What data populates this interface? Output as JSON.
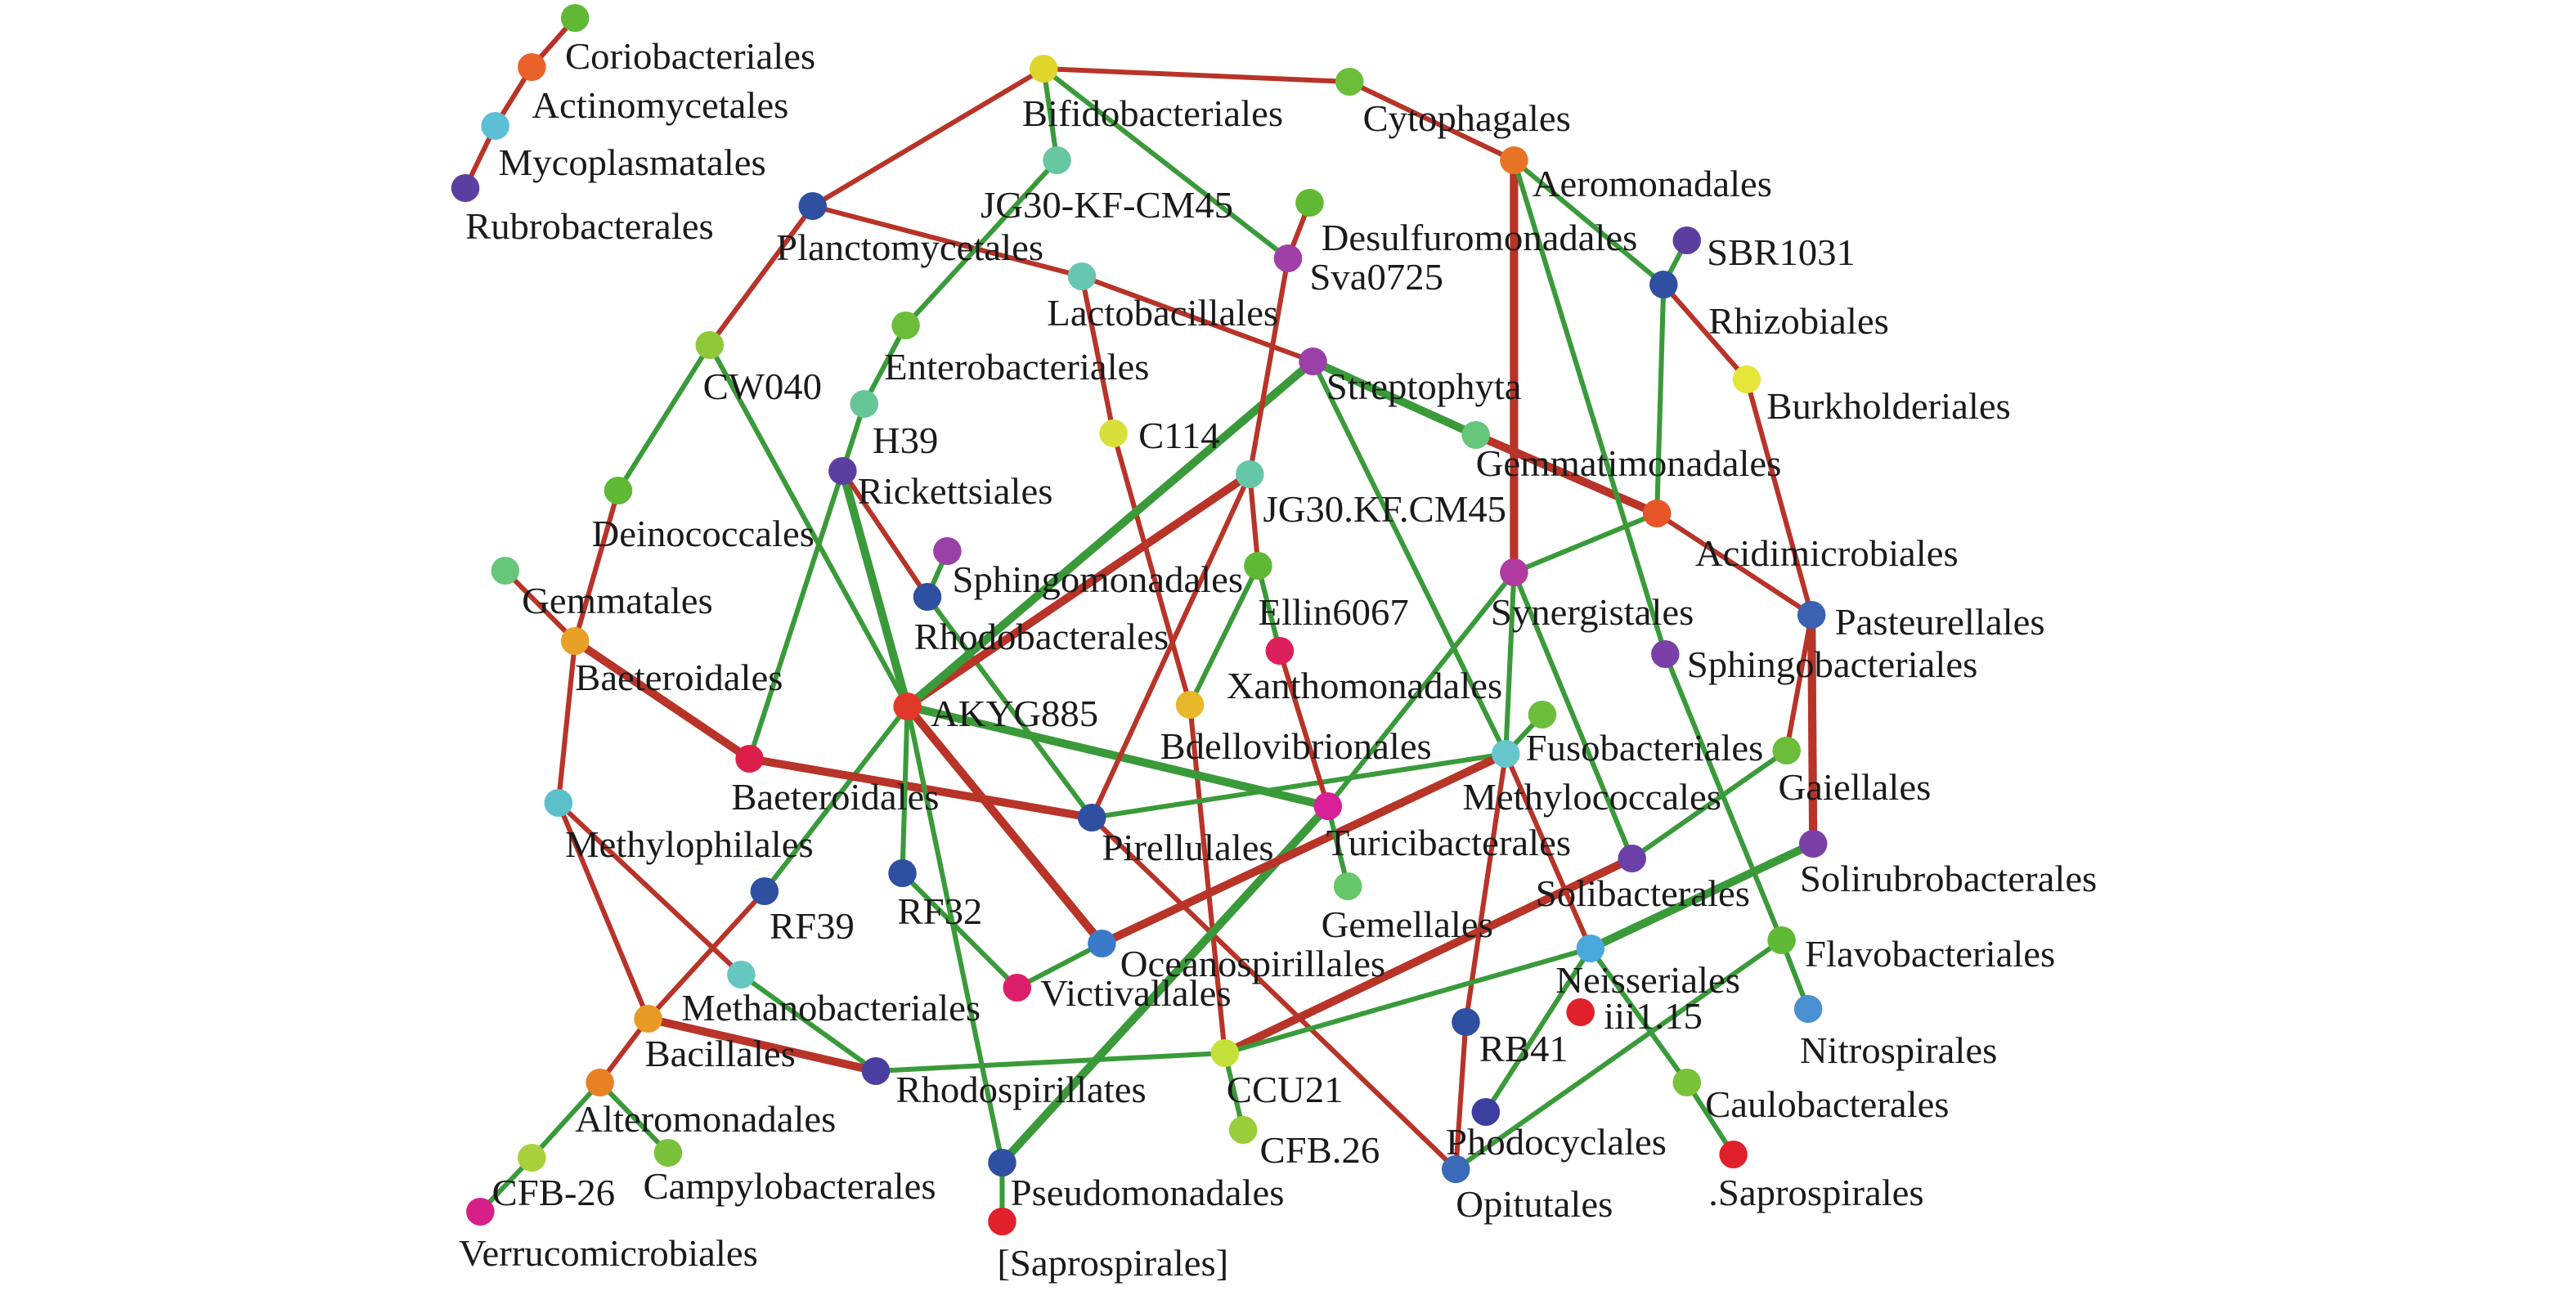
{
  "diagram": {
    "type": "co-occurrence network",
    "edge_colors": {
      "positive": "#3a9a3a",
      "negative": "#b83328"
    },
    "nodes": [
      {
        "id": "corio",
        "label": "Coriobacteriales",
        "color": "#5fb934"
      },
      {
        "id": "actino",
        "label": "Actinomycetales",
        "color": "#e8622a"
      },
      {
        "id": "myco",
        "label": "Mycoplasmatales",
        "color": "#5bbfd5"
      },
      {
        "id": "rubro",
        "label": "Rubrobacterales",
        "color": "#5b3fa0"
      },
      {
        "id": "bifido",
        "label": "Bifidobacteriales",
        "color": "#e0d62a"
      },
      {
        "id": "cyto",
        "label": "Cytophagales",
        "color": "#6cbd3a"
      },
      {
        "id": "aero",
        "label": "Aeromonadales",
        "color": "#e87426"
      },
      {
        "id": "jg30a",
        "label": "JG30-KF-CM45",
        "color": "#66c6a0"
      },
      {
        "id": "desulf",
        "label": "Desulfuromonadales",
        "color": "#5fb934"
      },
      {
        "id": "sva",
        "label": "Sva0725",
        "color": "#a03fa8"
      },
      {
        "id": "sbr",
        "label": "SBR1031",
        "color": "#5b3fa0"
      },
      {
        "id": "rhizo",
        "label": "Rhizobiales",
        "color": "#2f4fa0"
      },
      {
        "id": "planct",
        "label": "Planctomycetales",
        "color": "#2f4fa0"
      },
      {
        "id": "lacto",
        "label": "Lactobacillales",
        "color": "#66c6b0"
      },
      {
        "id": "entero",
        "label": "Enterobacteriales",
        "color": "#6cbd3a"
      },
      {
        "id": "cw040",
        "label": "CW040",
        "color": "#8fc93a"
      },
      {
        "id": "strepto",
        "label": "Streptophyta",
        "color": "#9a40a8"
      },
      {
        "id": "burk",
        "label": "Burkholderiales",
        "color": "#e6e63a"
      },
      {
        "id": "h39",
        "label": "H39",
        "color": "#66c698"
      },
      {
        "id": "c114",
        "label": "C114",
        "color": "#d7e03a"
      },
      {
        "id": "gemmatimon",
        "label": "Gemmatimonadales",
        "color": "#66c67a"
      },
      {
        "id": "rickett",
        "label": "Rickettsiales",
        "color": "#5b3fa0"
      },
      {
        "id": "jg30b",
        "label": "JG30.KF.CM45",
        "color": "#66c6a8"
      },
      {
        "id": "deino",
        "label": "Deinococcales",
        "color": "#5fb934"
      },
      {
        "id": "acidimicro",
        "label": "Acidimicrobiales",
        "color": "#e85528"
      },
      {
        "id": "sphingomon",
        "label": "Sphingomonadales",
        "color": "#9a40a8"
      },
      {
        "id": "gemmatales",
        "label": "Gemmatales",
        "color": "#66c67a"
      },
      {
        "id": "ellin",
        "label": "Ellin6067",
        "color": "#5fb934"
      },
      {
        "id": "synerg",
        "label": "Synergistales",
        "color": "#b03aa0"
      },
      {
        "id": "rhodobact",
        "label": "Rhodobacterales",
        "color": "#2f4fa0"
      },
      {
        "id": "baeter1",
        "label": "Baeteroidales",
        "color": "#e8a026"
      },
      {
        "id": "pasteur",
        "label": "Pasteurellales",
        "color": "#3a62b0"
      },
      {
        "id": "xantho",
        "label": "Xanthomonadales",
        "color": "#dc1f5a"
      },
      {
        "id": "sphingobact",
        "label": "Sphingobacteriales",
        "color": "#7a40a8"
      },
      {
        "id": "akyg",
        "label": "AKYG885",
        "color": "#e0392a"
      },
      {
        "id": "bdello",
        "label": "Bdellovibrionales",
        "color": "#e8b82a"
      },
      {
        "id": "fuso",
        "label": "Fusobacteriales",
        "color": "#6cbd3a"
      },
      {
        "id": "methylococc",
        "label": "Methylococcales",
        "color": "#66c6cc"
      },
      {
        "id": "gaiell",
        "label": "Gaiellales",
        "color": "#6cbd3a"
      },
      {
        "id": "baeter2",
        "label": "Baeteroidales",
        "color": "#dc1f4a"
      },
      {
        "id": "turici",
        "label": "Turicibacterales",
        "color": "#d81f98"
      },
      {
        "id": "pirell",
        "label": "Pirellulales",
        "color": "#2f4fa0"
      },
      {
        "id": "methylophil",
        "label": "Methylophilales",
        "color": "#5bbfcc"
      },
      {
        "id": "solibact",
        "label": "Solibacterales",
        "color": "#6a40a8"
      },
      {
        "id": "solirubro",
        "label": "Solirubrobacterales",
        "color": "#7a40a8"
      },
      {
        "id": "gemellales",
        "label": "Gemellales",
        "color": "#66c66a"
      },
      {
        "id": "rf39",
        "label": "RF39",
        "color": "#2f4fa0"
      },
      {
        "id": "rf32",
        "label": "RF32",
        "color": "#2f4fa0"
      },
      {
        "id": "neisser",
        "label": "Neisseriales",
        "color": "#4aa8dc"
      },
      {
        "id": "flavo",
        "label": "Flavobacteriales",
        "color": "#5fb934"
      },
      {
        "id": "oceano",
        "label": "Oceanospirillales",
        "color": "#3a7ac8"
      },
      {
        "id": "victiv",
        "label": "Victivallales",
        "color": "#dc1f6a"
      },
      {
        "id": "methanobact",
        "label": "Methanobacteriales",
        "color": "#66c6c0"
      },
      {
        "id": "iii115",
        "label": "iii1.15",
        "color": "#e0202a"
      },
      {
        "id": "nitro",
        "label": "Nitrospirales",
        "color": "#4a90d0"
      },
      {
        "id": "rb41",
        "label": "RB41",
        "color": "#2f4fa0"
      },
      {
        "id": "bacill",
        "label": "Bacillales",
        "color": "#e89a26"
      },
      {
        "id": "ccu21",
        "label": "CCU21",
        "color": "#c6e03a"
      },
      {
        "id": "rhodospir",
        "label": "Rhodospirillates",
        "color": "#4a3fa0"
      },
      {
        "id": "caulo",
        "label": "Caulobacterales",
        "color": "#7ac23a"
      },
      {
        "id": "alteromon",
        "label": "Alteromonadales",
        "color": "#e88026"
      },
      {
        "id": "phodocyc",
        "label": "Phodocyclales",
        "color": "#3a3fa0"
      },
      {
        "id": "cfb26b",
        "label": "CFB.26",
        "color": "#9acd3a"
      },
      {
        "id": "cfb26a",
        "label": "CFB-26",
        "color": "#a8d03a"
      },
      {
        "id": "campylo",
        "label": "Campylobacterales",
        "color": "#7ac23a"
      },
      {
        "id": "opitut",
        "label": "Opitutales",
        "color": "#3a6ab8"
      },
      {
        "id": "sapro2",
        "label": ".Saprospirales",
        "color": "#e0202a"
      },
      {
        "id": "pseudo",
        "label": "Pseudomonadales",
        "color": "#2f4fa0"
      },
      {
        "id": "verruco",
        "label": "Verrucomicrobiales",
        "color": "#d81f88"
      },
      {
        "id": "sapro1",
        "label": "[Saprospirales]",
        "color": "#e0202a"
      }
    ],
    "edges": [
      [
        "corio",
        "actino",
        "negative"
      ],
      [
        "actino",
        "myco",
        "negative"
      ],
      [
        "myco",
        "rubro",
        "negative"
      ],
      [
        "bifido",
        "cyto",
        "negative"
      ],
      [
        "cyto",
        "aero",
        "negative"
      ],
      [
        "bifido",
        "planct",
        "negative"
      ],
      [
        "planct",
        "cw040",
        "negative"
      ],
      [
        "planct",
        "lacto",
        "negative"
      ],
      [
        "lacto",
        "strepto",
        "negative"
      ],
      [
        "lacto",
        "c114",
        "negative"
      ],
      [
        "c114",
        "bdello",
        "negative"
      ],
      [
        "bdello",
        "ccu21",
        "negative"
      ],
      [
        "bifido",
        "jg30a",
        "positive"
      ],
      [
        "bifido",
        "sva",
        "positive"
      ],
      [
        "jg30a",
        "entero",
        "positive"
      ],
      [
        "entero",
        "h39",
        "positive"
      ],
      [
        "h39",
        "rickett",
        "positive"
      ],
      [
        "rickett",
        "akyg",
        "positive"
      ],
      [
        "rickett",
        "baeter2",
        "positive"
      ],
      [
        "rf39",
        "akyg",
        "positive"
      ],
      [
        "rickett",
        "rhodobact",
        "negative"
      ],
      [
        "rhodobact",
        "sphingomon",
        "positive"
      ],
      [
        "rhodobact",
        "pirell",
        "positive"
      ],
      [
        "cw040",
        "deino",
        "positive"
      ],
      [
        "cw040",
        "akyg",
        "positive"
      ],
      [
        "deino",
        "baeter1",
        "negative"
      ],
      [
        "gemmatales",
        "baeter1",
        "negative"
      ],
      [
        "baeter1",
        "methylophil",
        "negative"
      ],
      [
        "baeter1",
        "baeter2",
        "negative"
      ],
      [
        "baeter2",
        "pirell",
        "negative"
      ],
      [
        "methylophil",
        "bacill",
        "negative"
      ],
      [
        "methylophil",
        "methanobact",
        "negative"
      ],
      [
        "methanobact",
        "rhodospir",
        "positive"
      ],
      [
        "bacill",
        "rhodospir",
        "negative"
      ],
      [
        "bacill",
        "rf39",
        "negative"
      ],
      [
        "bacill",
        "alteromon",
        "negative"
      ],
      [
        "alteromon",
        "cfb26a",
        "positive"
      ],
      [
        "alteromon",
        "campylo",
        "positive"
      ],
      [
        "cfb26a",
        "verruco",
        "positive"
      ],
      [
        "akyg",
        "jg30b",
        "negative"
      ],
      [
        "akyg",
        "strepto",
        "positive"
      ],
      [
        "akyg",
        "rf32",
        "positive"
      ],
      [
        "akyg",
        "pseudo",
        "positive"
      ],
      [
        "akyg",
        "oceano",
        "negative"
      ],
      [
        "akyg",
        "turici",
        "positive"
      ],
      [
        "pirell",
        "jg30b",
        "negative"
      ],
      [
        "pirell",
        "methylococc",
        "positive"
      ],
      [
        "pirell",
        "opitut",
        "negative"
      ],
      [
        "jg30b",
        "sva",
        "negative"
      ],
      [
        "sva",
        "desulf",
        "negative"
      ],
      [
        "jg30b",
        "ellin",
        "negative"
      ],
      [
        "ellin",
        "bdello",
        "positive"
      ],
      [
        "ellin",
        "xantho",
        "positive"
      ],
      [
        "xantho",
        "turici",
        "negative"
      ],
      [
        "strepto",
        "methylococc",
        "positive"
      ],
      [
        "strepto",
        "gemmatimon",
        "positive"
      ],
      [
        "gemmatimon",
        "acidimicro",
        "negative"
      ],
      [
        "aero",
        "synerg",
        "negative"
      ],
      [
        "aero",
        "sphingobact",
        "positive"
      ],
      [
        "aero",
        "rhizo",
        "positive"
      ],
      [
        "sphingobact",
        "flavo",
        "positive"
      ],
      [
        "flavo",
        "nitro",
        "positive"
      ],
      [
        "rhizo",
        "sbr",
        "positive"
      ],
      [
        "rhizo",
        "acidimicro",
        "positive"
      ],
      [
        "rhizo",
        "burk",
        "negative"
      ],
      [
        "burk",
        "pasteur",
        "negative"
      ],
      [
        "acidimicro",
        "pasteur",
        "negative"
      ],
      [
        "acidimicro",
        "synerg",
        "positive"
      ],
      [
        "pasteur",
        "gaiell",
        "negative"
      ],
      [
        "pasteur",
        "solirubro",
        "negative"
      ],
      [
        "synerg",
        "methylococc",
        "positive"
      ],
      [
        "synerg",
        "turici",
        "positive"
      ],
      [
        "synerg",
        "solibact",
        "positive"
      ],
      [
        "turici",
        "pseudo",
        "positive"
      ],
      [
        "methylococc",
        "fuso",
        "positive"
      ],
      [
        "methylococc",
        "oceano",
        "negative"
      ],
      [
        "methylococc",
        "rb41",
        "negative"
      ],
      [
        "rb41",
        "opitut",
        "negative"
      ],
      [
        "methylococc",
        "neisser",
        "negative"
      ],
      [
        "gaiell",
        "solibact",
        "positive"
      ],
      [
        "solibact",
        "ccu21",
        "negative"
      ],
      [
        "solirubro",
        "neisser",
        "positive"
      ],
      [
        "neisser",
        "ccu21",
        "positive"
      ],
      [
        "neisser",
        "phodocyc",
        "positive"
      ],
      [
        "neisser",
        "caulo",
        "positive"
      ],
      [
        "caulo",
        "sapro2",
        "positive"
      ],
      [
        "flavo",
        "opitut",
        "positive"
      ],
      [
        "oceano",
        "victiv",
        "positive"
      ],
      [
        "rf32",
        "victiv",
        "positive"
      ],
      [
        "ccu21",
        "rhodospir",
        "positive"
      ],
      [
        "ccu21",
        "cfb26b",
        "positive"
      ],
      [
        "turici",
        "gemellales",
        "positive"
      ],
      [
        "pseudo",
        "sapro1",
        "positive"
      ]
    ]
  }
}
